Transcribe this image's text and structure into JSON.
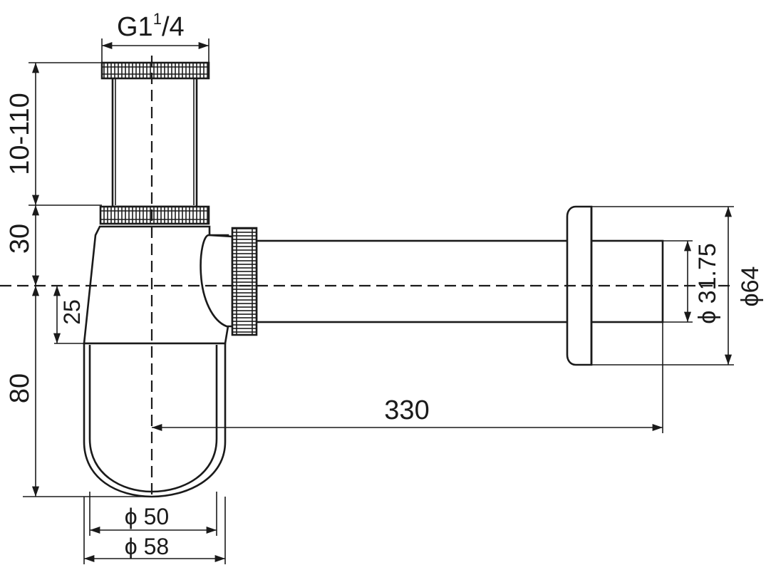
{
  "dimensions": {
    "top_thread": "G1",
    "top_thread_sup": "1",
    "top_thread_frac": "/4",
    "height_adjust": "10-110",
    "upper_body": "30",
    "offset_25": "25",
    "bowl_height": "80",
    "horizontal_length": "330",
    "pipe_diameter": "ϕ 31.75",
    "rosette_diameter": "ϕ64",
    "inner_diameter": "ϕ 50",
    "outer_diameter": "ϕ 58"
  }
}
